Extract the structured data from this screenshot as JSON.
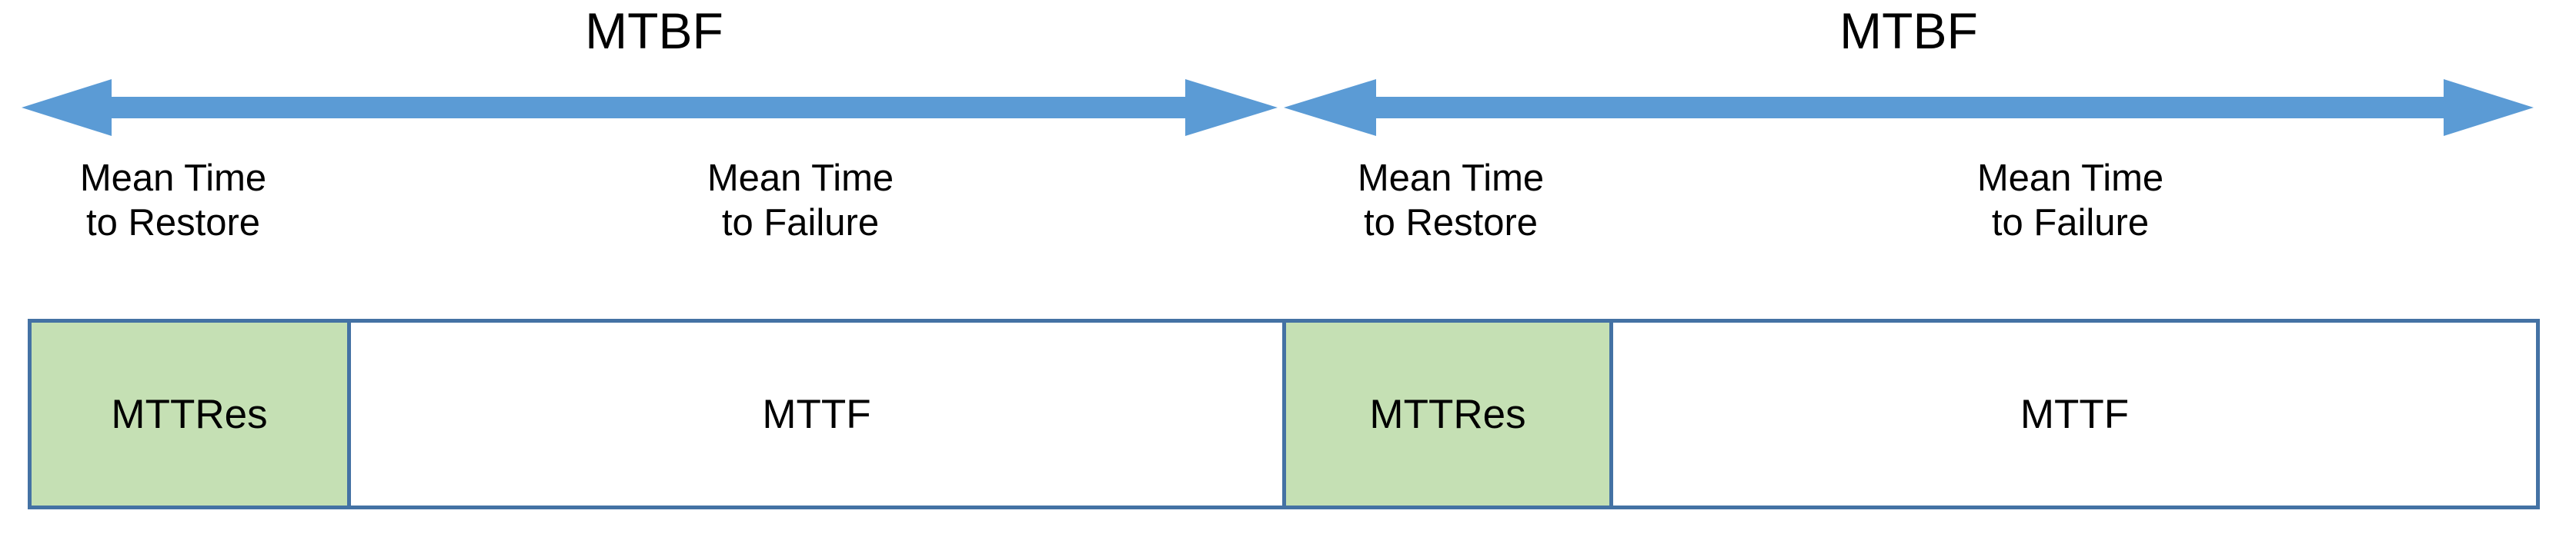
{
  "diagram": {
    "title_labels": [
      {
        "text": "MTBF"
      },
      {
        "text": "MTBF"
      }
    ],
    "captions": [
      {
        "line1": "Mean Time",
        "line2": "to Restore"
      },
      {
        "line1": "Mean Time",
        "line2": "to Failure"
      },
      {
        "line1": "Mean Time",
        "line2": "to Restore"
      },
      {
        "line1": "Mean Time",
        "line2": "to Failure"
      }
    ],
    "segments": [
      {
        "label": "MTTRes",
        "fill": "green"
      },
      {
        "label": "MTTF",
        "fill": "white"
      },
      {
        "label": "MTTRes",
        "fill": "green"
      },
      {
        "label": "MTTF",
        "fill": "white"
      }
    ],
    "colors": {
      "arrow_blue": "#5B9BD5",
      "box_border": "#4472A4",
      "segment_green": "#C5E0B4",
      "segment_white": "#FFFFFF",
      "text": "#000000"
    },
    "arrows": [
      {
        "name": "mtbf-arrow-left",
        "direction": "double"
      },
      {
        "name": "mtbf-arrow-right",
        "direction": "double"
      }
    ]
  }
}
